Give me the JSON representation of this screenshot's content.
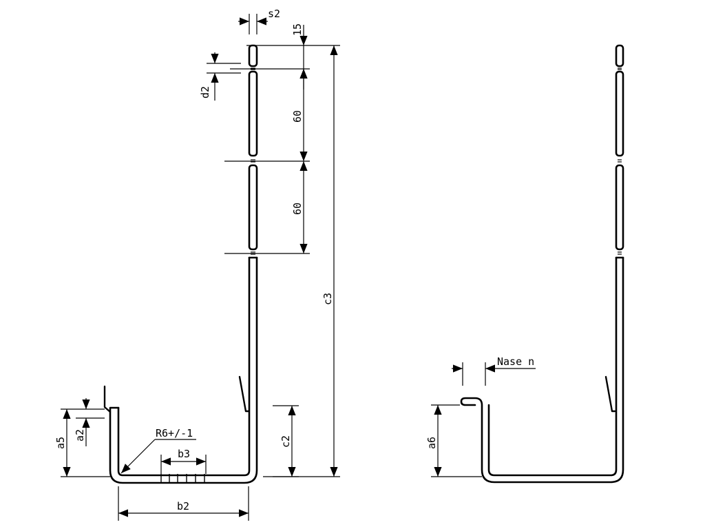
{
  "labels": {
    "s2": "s2",
    "d_15": "15",
    "d2": "d2",
    "d_60_top": "60",
    "d_60_bottom": "60",
    "c3": "c3",
    "c2": "c2",
    "a5": "a5",
    "a2": "a2",
    "radius": "R6+/-1",
    "b3": "b3",
    "b2": "b2",
    "a6": "a6",
    "nase": "Nase  n"
  },
  "colors": {
    "line": "#000000",
    "background": "#ffffff"
  }
}
